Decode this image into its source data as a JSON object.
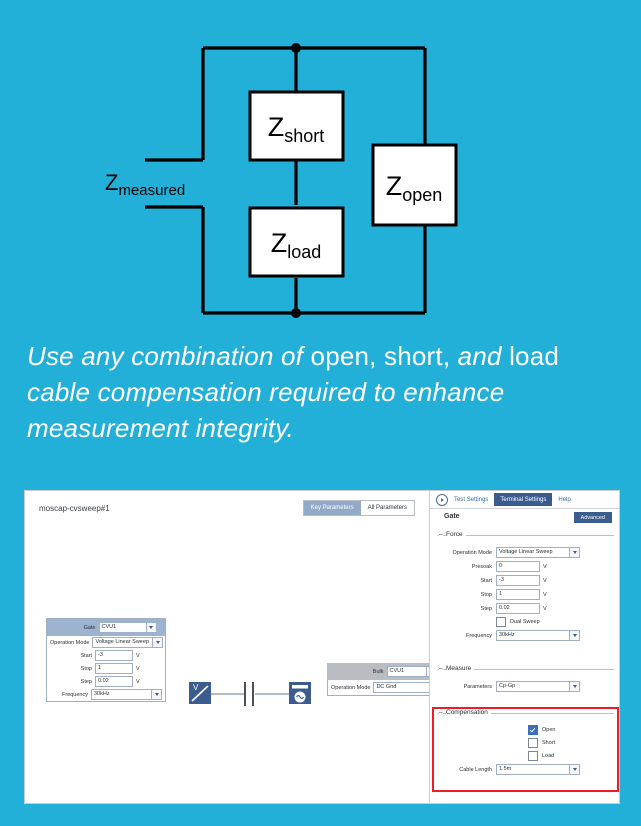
{
  "theme": {
    "background": "#22b0d8",
    "highlight": "#ee1c25",
    "accent": "#3b5c8f"
  },
  "diagram": {
    "measured_label": "Z",
    "measured_sub": "measured",
    "blocks": [
      {
        "name": "z-short",
        "label": "Z",
        "sub": "short"
      },
      {
        "name": "z-load",
        "label": "Z",
        "sub": "load"
      },
      {
        "name": "z-open",
        "label": "Z",
        "sub": "open"
      }
    ]
  },
  "caption": {
    "segments": [
      {
        "text": "Use any combination of ",
        "style": "italic"
      },
      {
        "text": "open, short, ",
        "style": "regular"
      },
      {
        "text": "and ",
        "style": "italic"
      },
      {
        "text": "load ",
        "style": "regular"
      },
      {
        "text": "cable compensation required to enhance measurement integrity.",
        "style": "italic"
      }
    ]
  },
  "app": {
    "test_title": "moscap-cvsweep#1",
    "param_tabs": [
      {
        "label": "Key Parameters",
        "selected": true
      },
      {
        "label": "All Parameters",
        "selected": false
      }
    ],
    "gate_card": {
      "terminal_label": "Gate",
      "terminal_value": "CVU1",
      "rows": [
        {
          "label": "Operation Mode",
          "value": "Voltage Linear Sweep",
          "unit": "",
          "combo": true
        },
        {
          "label": "Start",
          "value": "-3",
          "unit": "V",
          "combo": false
        },
        {
          "label": "Stop",
          "value": "1",
          "unit": "V",
          "combo": false
        },
        {
          "label": "Step",
          "value": "0.02",
          "unit": "V",
          "combo": false
        },
        {
          "label": "Frequency",
          "value": "30kHz",
          "unit": "",
          "combo": true
        }
      ]
    },
    "bulk_card": {
      "terminal_label": "Bulk",
      "terminal_value": "CVU1",
      "rows": [
        {
          "label": "Operation Mode",
          "value": "DC Gnd",
          "unit": "",
          "combo": true
        }
      ]
    },
    "schematic": {
      "source_icon": "voltage-sweep-source-icon",
      "device_icon": "capacitor-icon",
      "ground_icon": "ac-ground-icon",
      "source_letter": "V"
    },
    "right_panel": {
      "tabs": [
        {
          "label": "Test Settings",
          "active": false
        },
        {
          "label": "Terminal Settings",
          "active": true
        },
        {
          "label": "Help",
          "active": false
        }
      ],
      "terminal_name": "Gate",
      "advanced_label": "Advanced",
      "force": {
        "title": "Force",
        "rows": [
          {
            "label": "Operation Mode",
            "value": "Voltage Linear Sweep",
            "unit": "",
            "combo": true
          },
          {
            "label": "Presoak",
            "value": "0",
            "unit": "V",
            "combo": false
          },
          {
            "label": "Start",
            "value": "-3",
            "unit": "V",
            "combo": false
          },
          {
            "label": "Stop",
            "value": "1",
            "unit": "V",
            "combo": false
          },
          {
            "label": "Step",
            "value": "0.02",
            "unit": "V",
            "combo": false
          }
        ],
        "dual_sweep": {
          "label": "Dual Sweep",
          "checked": false
        },
        "frequency": {
          "label": "Frequency",
          "value": "30kHz"
        }
      },
      "measure": {
        "title": "Measure",
        "parameters": {
          "label": "Parameters",
          "value": "Cp-Gp"
        }
      },
      "compensation": {
        "title": "Compensation",
        "checkboxes": [
          {
            "label": "Open",
            "checked": true
          },
          {
            "label": "Short",
            "checked": false
          },
          {
            "label": "Load",
            "checked": false
          }
        ],
        "cable_length": {
          "label": "Cable Length",
          "value": "1.5m"
        }
      }
    }
  }
}
